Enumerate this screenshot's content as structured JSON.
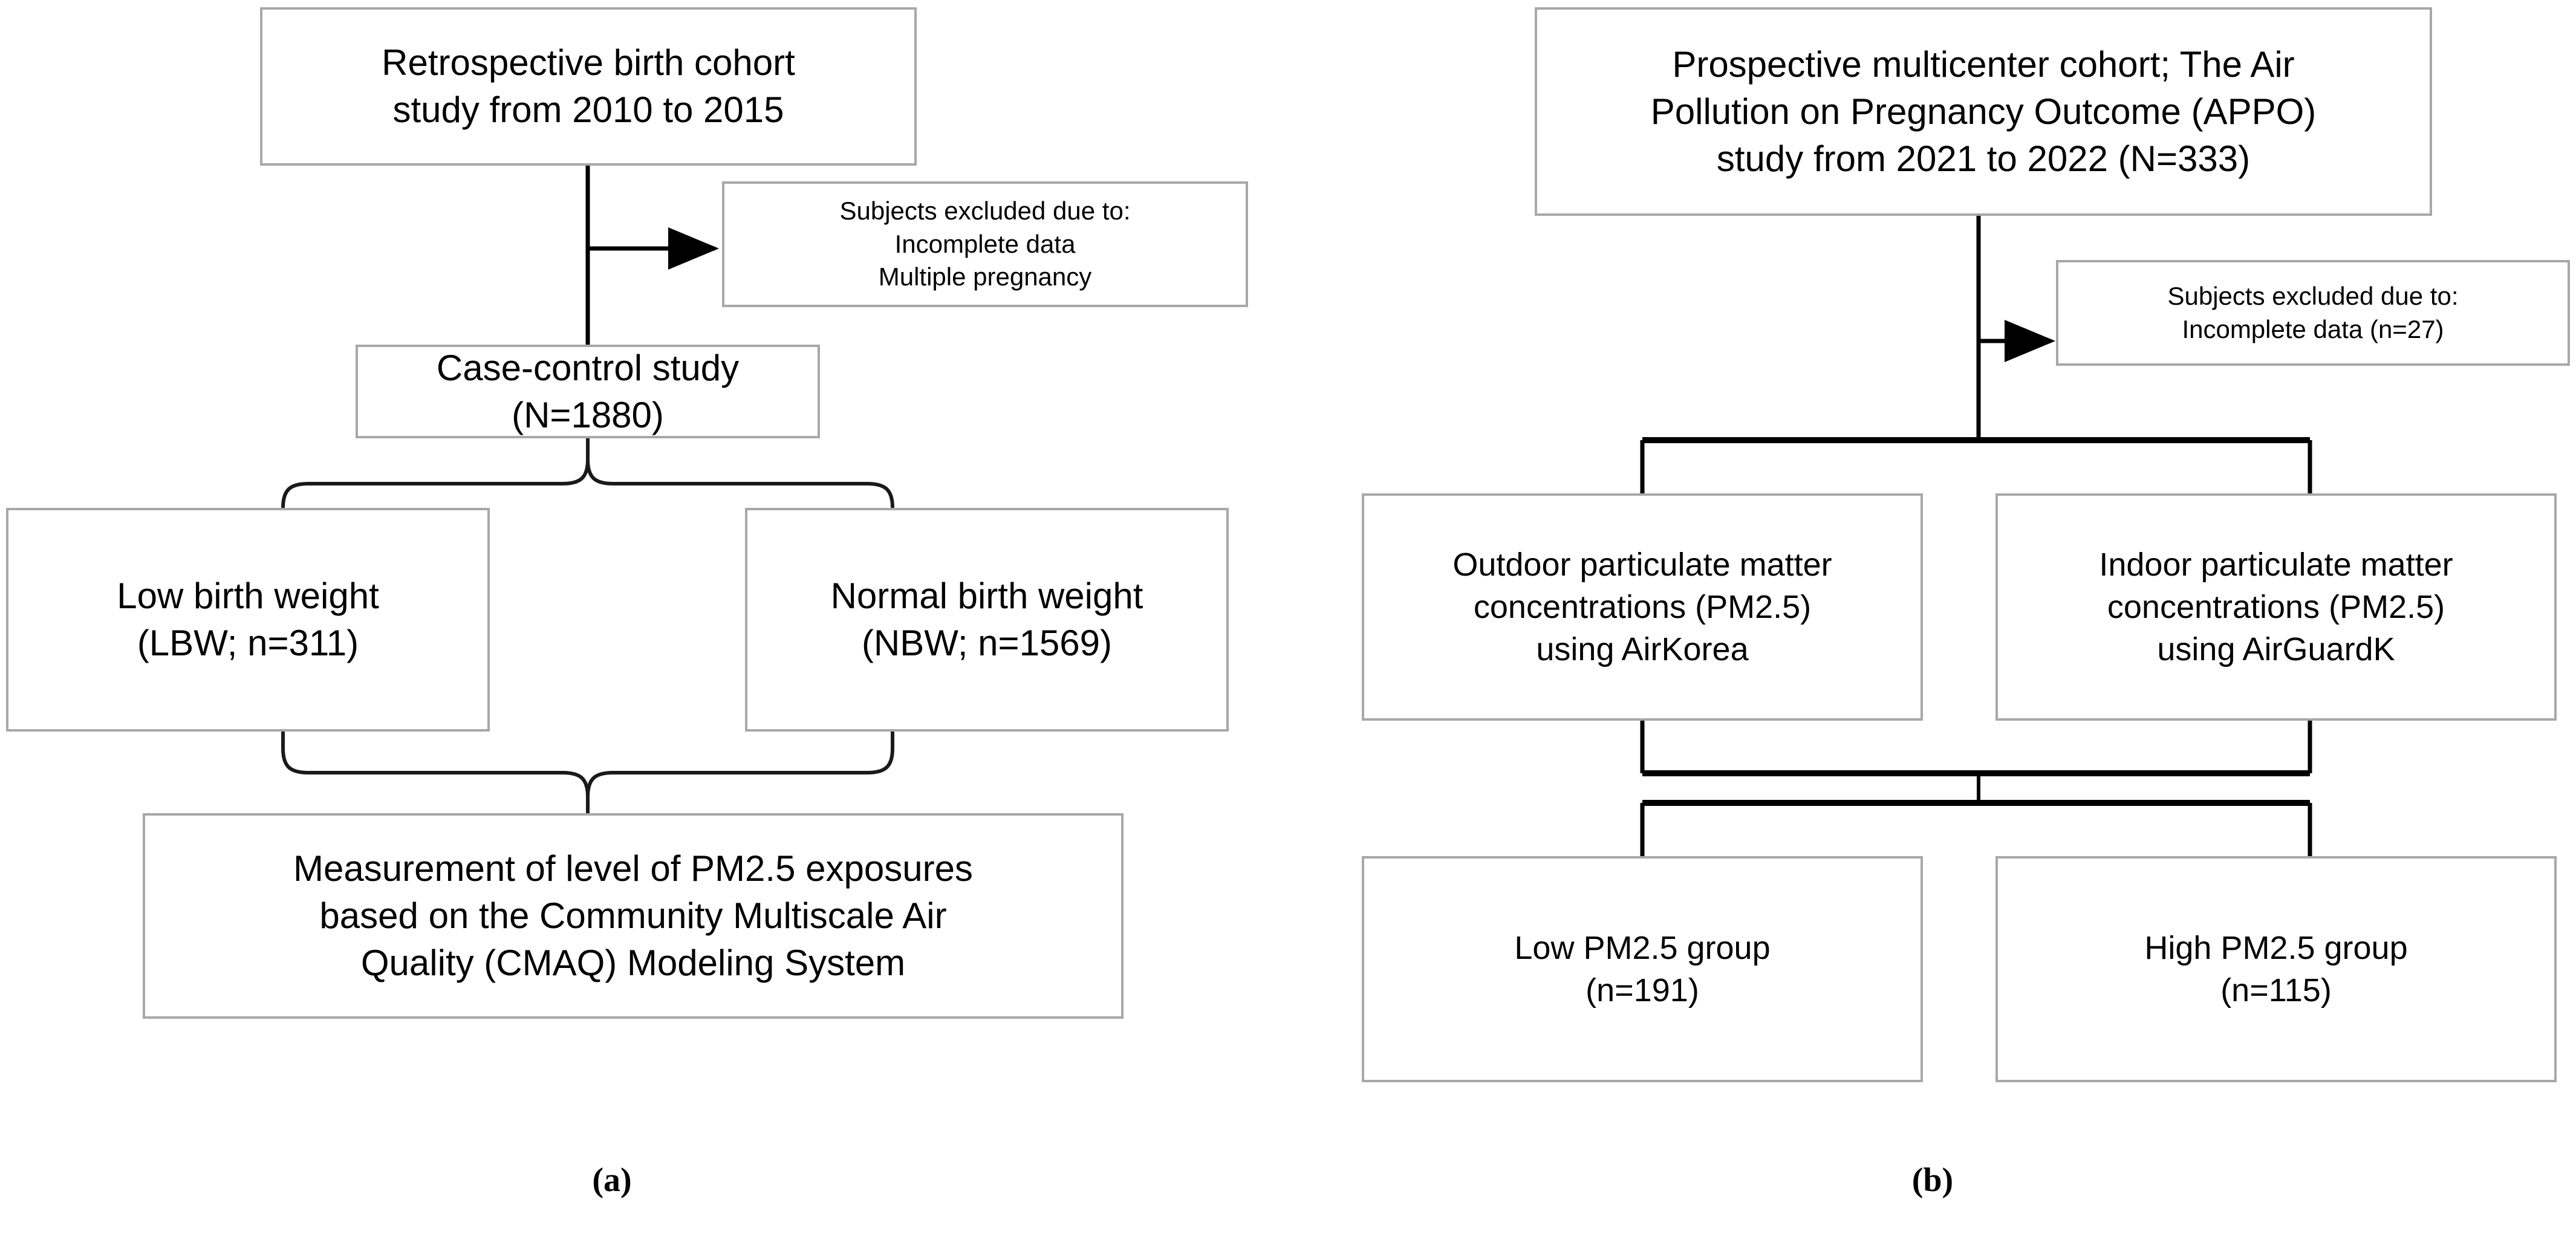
{
  "figure": {
    "type": "flowchart",
    "panels": [
      {
        "id": "a",
        "label": "(a)",
        "nodes": [
          {
            "id": "a-source",
            "text": "Retrospective birth cohort\nstudy from 2010 to 2015"
          },
          {
            "id": "a-excluded",
            "text": "Subjects excluded due to:\nIncomplete data\nMultiple pregnancy"
          },
          {
            "id": "a-design",
            "text": "Case-control study\n(N=1880)"
          },
          {
            "id": "a-lbw",
            "text": "Low birth weight\n(LBW; n=311)"
          },
          {
            "id": "a-nbw",
            "text": "Normal birth weight\n(NBW; n=1569)"
          },
          {
            "id": "a-exposure",
            "text": "Measurement of level of PM2.5 exposures\nbased on the Community Multiscale Air\nQuality (CMAQ) Modeling System"
          }
        ]
      },
      {
        "id": "b",
        "label": "(b)",
        "nodes": [
          {
            "id": "b-source",
            "text": "Prospective multicenter cohort; The Air\nPollution on Pregnancy Outcome (APPO)\nstudy from 2021 to 2022 (N=333)"
          },
          {
            "id": "b-excluded",
            "text": "Subjects excluded due to:\nIncomplete data (n=27)"
          },
          {
            "id": "b-outdoor",
            "text": "Outdoor particulate matter\nconcentrations (PM2.5)\nusing AirKorea"
          },
          {
            "id": "b-indoor",
            "text": "Indoor particulate matter\nconcentrations (PM2.5)\nusing AirGuardK"
          },
          {
            "id": "b-lowpm",
            "text": "Low PM2.5 group\n(n=191)"
          },
          {
            "id": "b-highpm",
            "text": "High PM2.5 group\n(n=115)"
          }
        ]
      }
    ]
  },
  "colors": {
    "box_border": "#a8a8a8",
    "connector": "#000000",
    "background": "#ffffff",
    "text": "#000000"
  }
}
